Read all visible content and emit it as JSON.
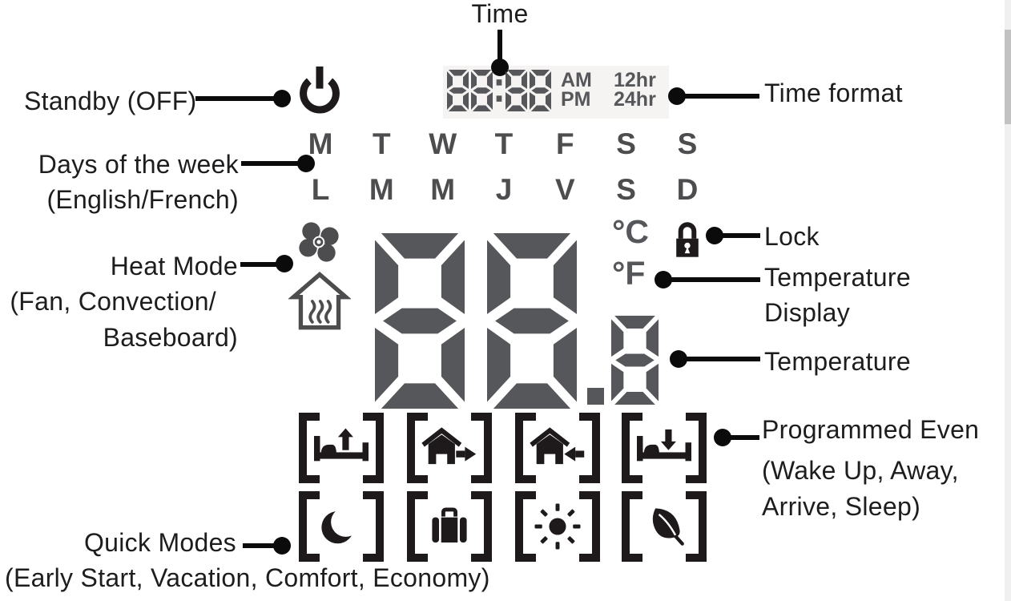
{
  "labels": {
    "time": "Time",
    "standby": "Standby (OFF)",
    "time_format": "Time format",
    "days_line1": "Days of the week",
    "days_line2": "(English/French)",
    "heat_line1": "Heat Mode",
    "heat_line2": "(Fan, Convection/",
    "heat_line3": "Baseboard)",
    "lock": "Lock",
    "temp_display_line1": "Temperature",
    "temp_display_line2": "Display",
    "temperature": "Temperature",
    "events_line1": "Programmed Even",
    "events_line2": "(Wake Up, Away,",
    "events_line3": "Arrive, Sleep)",
    "quick_modes": "Quick Modes",
    "quick_modes_sub": "(Early Start, Vacation, Comfort, Economy)"
  },
  "display": {
    "time": {
      "value": "88:88",
      "am": "AM",
      "pm": "PM",
      "h12": "12hr",
      "h24": "24hr"
    },
    "days": {
      "english": [
        "M",
        "T",
        "W",
        "T",
        "F",
        "S",
        "S"
      ],
      "french": [
        "L",
        "M",
        "M",
        "J",
        "V",
        "S",
        "D"
      ]
    },
    "temperature": {
      "main": "88",
      "decimal": "8",
      "celsius": "°C",
      "fahrenheit": "°F"
    },
    "icons": {
      "standby": "power-icon",
      "heat_modes": [
        "fan-icon",
        "convection-heat-house-icon"
      ],
      "lock": "lock-icon",
      "programmed_events": [
        "wake-up-bed-up-arrow-icon",
        "away-house-right-arrow-icon",
        "arrive-house-left-arrow-icon",
        "sleep-bed-down-arrow-icon"
      ],
      "quick_modes": [
        "early-start-moon-icon",
        "vacation-suitcase-icon",
        "comfort-sun-icon",
        "economy-leaf-icon"
      ]
    }
  },
  "colors": {
    "lcd_gray": "#55575a",
    "day_gray": "#4d4d4f",
    "icon_black": "#1e1a1b",
    "label_black": "#1d1d1f",
    "scrollbar_track": "#f0f0f0",
    "scrollbar_thumb": "#c2c2c2"
  }
}
